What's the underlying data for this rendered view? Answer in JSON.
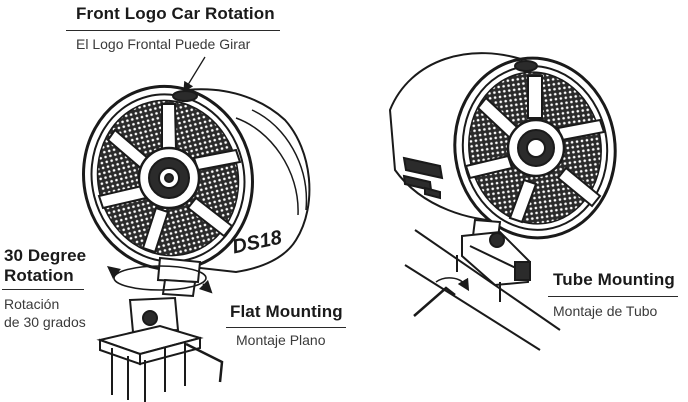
{
  "labels": {
    "front_logo": {
      "en": "Front Logo Car Rotation",
      "es": "El Logo Frontal Puede Girar"
    },
    "degree": {
      "en_line1": "30 Degree",
      "en_line2": "Rotation",
      "es_line1": "Rotación",
      "es_line2": "de 30 grados"
    },
    "flat": {
      "en": "Flat Mounting",
      "es": "Montaje Plano"
    },
    "tube": {
      "en": "Tube Mounting",
      "es": "Montaje de Tubo"
    }
  },
  "brand_logo": "DS18",
  "icons": [
    "speaker-pod-left",
    "speaker-pod-right",
    "flat-mount-bracket",
    "tube-mount-clamp",
    "allen-key-icon",
    "rotation-arrow-icon"
  ],
  "colors": {
    "ink": "#1a1a1a",
    "grille": "#2b2b2b",
    "background": "#ffffff"
  }
}
